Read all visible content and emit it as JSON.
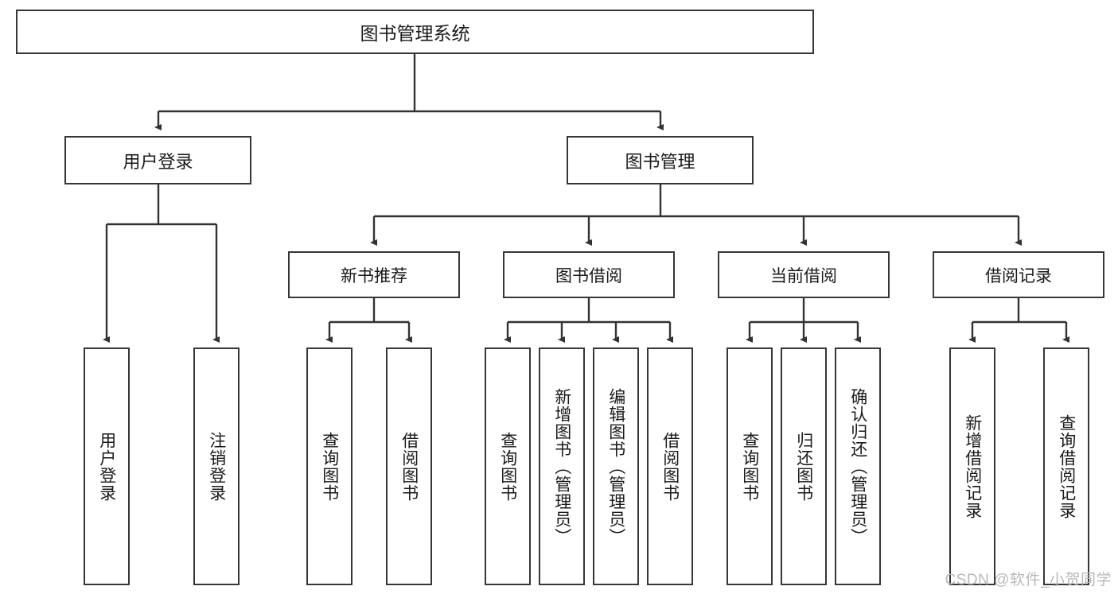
{
  "diagram": {
    "title": "图书管理系统",
    "type": "tree-hierarchy",
    "watermark": "CSDN @软件_小贺同学",
    "colors": {
      "border": "#363636",
      "background": "#ffffff",
      "text": "#1a1a1a",
      "connector": "#333333",
      "watermark": "#b9b9b9"
    },
    "root": {
      "label": "图书管理系统"
    },
    "level2": [
      {
        "label": "用户登录"
      },
      {
        "label": "图书管理"
      }
    ],
    "level3": [
      {
        "label": "新书推荐"
      },
      {
        "label": "图书借阅"
      },
      {
        "label": "当前借阅"
      },
      {
        "label": "借阅记录"
      }
    ],
    "leaves": {
      "user_login": [
        {
          "label": "用户登录"
        },
        {
          "label": "注销登录"
        }
      ],
      "new_book_recommend": [
        {
          "label": "查询图书"
        },
        {
          "label": "借阅图书"
        }
      ],
      "book_borrow": [
        {
          "label": "查询图书"
        },
        {
          "label": "新增图书（管理员）"
        },
        {
          "label": "编辑图书（管理员）"
        },
        {
          "label": "借阅图书"
        }
      ],
      "current_borrow": [
        {
          "label": "查询图书"
        },
        {
          "label": "归还图书"
        },
        {
          "label": "确认归还（管理员）"
        }
      ],
      "borrow_record": [
        {
          "label": "新增借阅记录"
        },
        {
          "label": "查询借阅记录"
        }
      ]
    }
  }
}
